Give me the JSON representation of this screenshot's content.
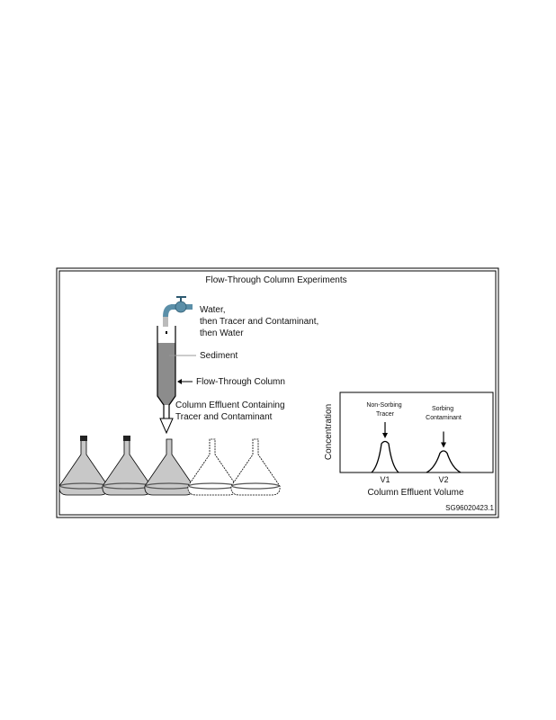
{
  "figure": {
    "title": "Flow-Through Column Experiments",
    "faucet_label": [
      "Water,",
      "then Tracer and Contaminant,",
      "then Water"
    ],
    "sediment_label": "Sediment",
    "column_label": "Flow-Through Column",
    "effluent_label": [
      "Column Effluent Containing",
      "Tracer and Contaminant"
    ],
    "figure_id": "SG96020423.1",
    "colors": {
      "water": "#5b8fa8",
      "sediment": "#8c8c8c",
      "flask_fill": "#c8c8c8"
    }
  },
  "chart_data": {
    "type": "line",
    "title": "",
    "xlabel": "Column Effluent Volume",
    "ylabel": "Concentration",
    "x_ticks": [
      "V1",
      "V2"
    ],
    "series": [
      {
        "name": "Non-Sorbing Tracer",
        "peak_at": "V1",
        "relative_height": 1.0
      },
      {
        "name": "Sorbing Contaminant",
        "peak_at": "V2",
        "relative_height": 0.7
      }
    ],
    "annotations": [
      {
        "text": [
          "Non-Sorbing",
          "Tracer"
        ],
        "points_to": "V1"
      },
      {
        "text": [
          "Sorbing",
          "Contaminant"
        ],
        "points_to": "V2"
      }
    ]
  }
}
